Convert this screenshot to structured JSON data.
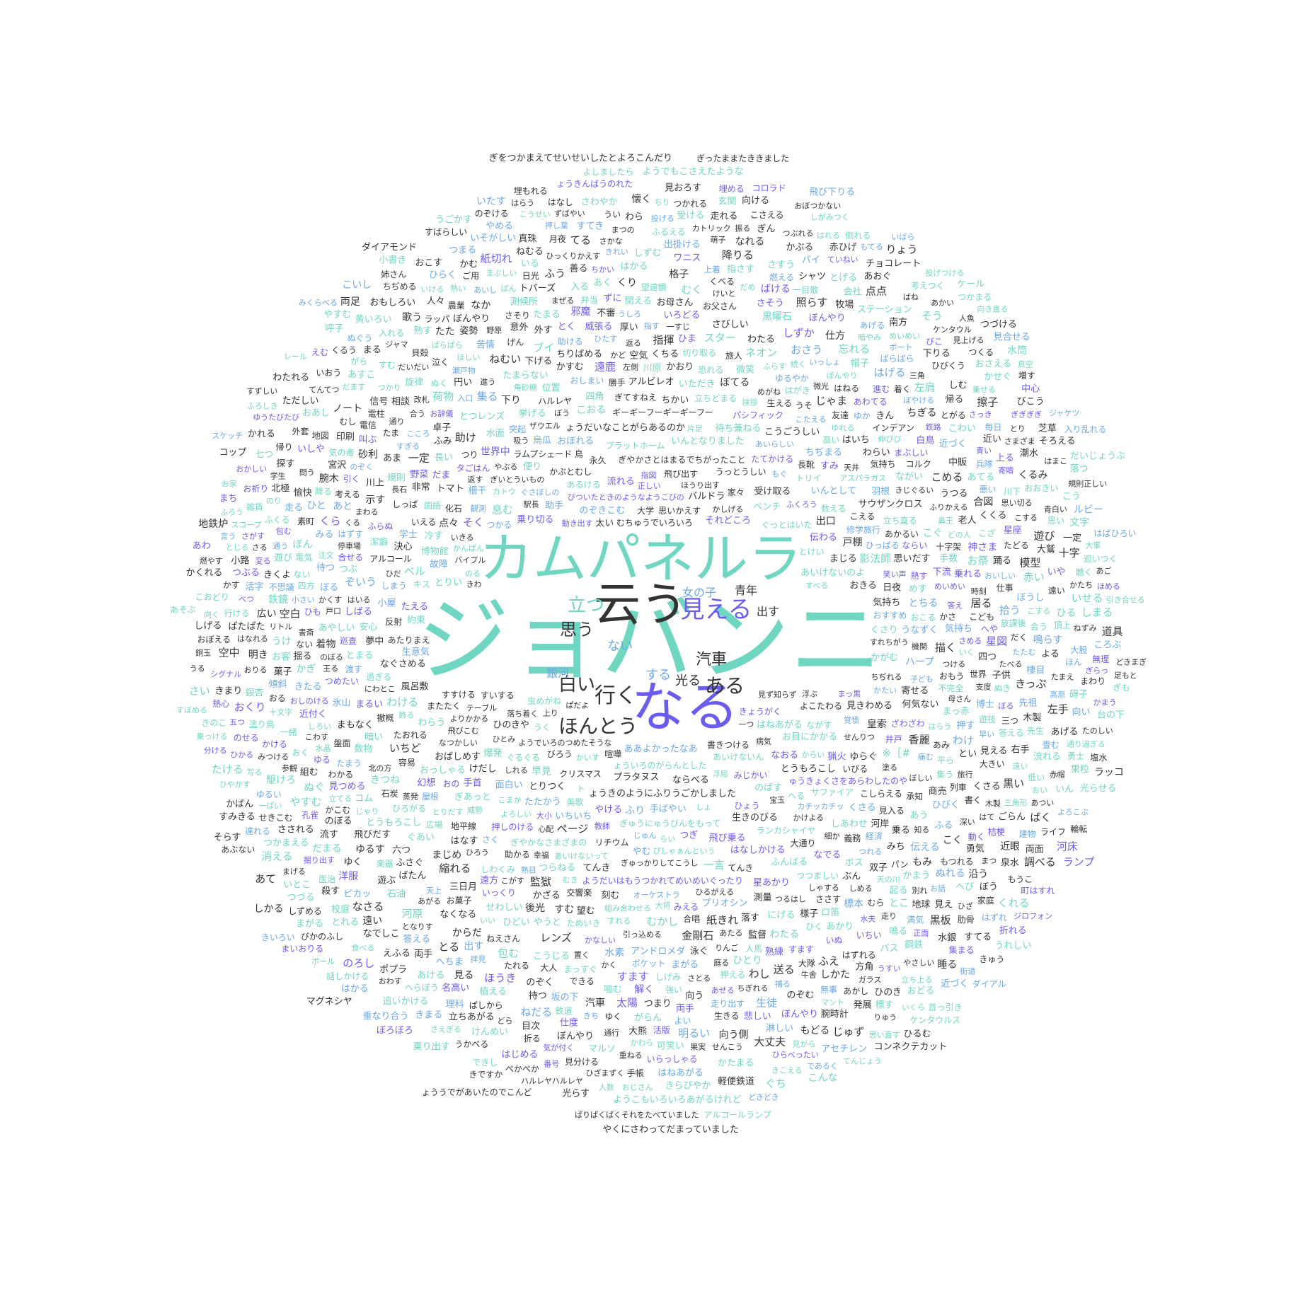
{
  "palette": {
    "teal": "#6fd6c2",
    "blue": "#6aa8e8",
    "purple": "#6b5cf0",
    "dark": "#333333"
  },
  "featured": [
    {
      "id": "giovanni",
      "text": "ジョバンニ",
      "color": "#6fd6c2"
    },
    {
      "id": "campanella",
      "text": "カムパネルラ",
      "color": "#6fd6c2"
    },
    {
      "id": "iu",
      "text": "云う",
      "color": "#333333"
    },
    {
      "id": "naru",
      "text": "なる",
      "color": "#6b5cf0"
    },
    {
      "id": "mieru",
      "text": "見える",
      "color": "#6b5cf0"
    },
    {
      "id": "iku",
      "text": "行く",
      "color": "#333333"
    },
    {
      "id": "hontou",
      "text": "ほんとう",
      "color": "#333333"
    },
    {
      "id": "shiroi",
      "text": "白い",
      "color": "#333333"
    },
    {
      "id": "aru",
      "text": "ある",
      "color": "#333333"
    },
    {
      "id": "kisha",
      "text": "汽車",
      "color": "#333333"
    },
    {
      "id": "omou",
      "text": "思う",
      "color": "#333333"
    },
    {
      "id": "tatsu",
      "text": "立つ",
      "color": "#6fd6c2"
    },
    {
      "id": "hikaru",
      "text": "光る",
      "color": "#333333"
    },
    {
      "id": "suru",
      "text": "する",
      "color": "#6aa8e8"
    },
    {
      "id": "nai",
      "text": "ない",
      "color": "#6aa8e8"
    },
    {
      "id": "ginga",
      "text": "銀河",
      "color": "#6aa8e8"
    },
    {
      "id": "seinen",
      "text": "青年",
      "color": "#333333"
    },
    {
      "id": "dasu",
      "text": "出す",
      "color": "#333333"
    },
    {
      "id": "onna",
      "text": "女の子",
      "color": "#6aa8e8"
    }
  ],
  "words": [
    "ああよかったなあ",
    "むちゅうでいろいろ",
    "ょういろのがらんとした",
    "ぱだよ",
    "思いかえす",
    "きょうがく",
    "ようでいろのつめたそうな",
    "書きつける",
    "見ず知らず",
    "かいす",
    "虫めがね",
    "のぞきこむ",
    "それどころ",
    "プラタヌス",
    "びついたときのようなようこびの",
    "はねあがる",
    "動き出す",
    "あいけないん",
    "ょうきのようにふりうごかしました",
    "ならべる",
    "びろう",
    "クリスマス",
    "落ち着く",
    "バルドラ",
    "流れる",
    "みじかい",
    "病気",
    "正しい",
    "浮彫",
    "乗り切る",
    "飛び出す",
    "指図",
    "かしげる",
    "大学",
    "すべる",
    "すいする",
    "手ばやい",
    "ベンチ",
    "ぎやかさとはまるでちがったこと",
    "あるける",
    "ひのきや",
    "とけい",
    "よこたわる",
    "お目にかかる",
    "ぎゅうにゅうびんをもって",
    "しょ",
    "なおる",
    "ぐるぐる",
    "助手",
    "のばす",
    "ぐっとはいた",
    "ほうり出す",
    "やける",
    "美歌",
    "上り",
    "受け取る",
    "あいけないのよ",
    "テーブル",
    "とりつく",
    "かぶとむし",
    "うっとうしい",
    "伝わる",
    "ぐさぼしの",
    "しれる",
    "ひとみ",
    "のる",
    "ひょう",
    "プラットホーム",
    "とうもろこし",
    "いちいち",
    "ふくろう",
    "じゅん",
    "永久",
    "息む",
    "生きのびる",
    "よりかかる",
    "たたかう",
    "いんとなりました",
    "ぴしゃぁんという",
    "ながす",
    "うく",
    "面白い",
    "まじる",
    "ページ",
    "爆発",
    "きわ",
    "つぎ",
    "飛び乗る",
    "リチウム",
    "ょうだいなことがらあるのか",
    "ぎいとういもの",
    "出口",
    "駅長",
    "へる",
    "見きわめる",
    "飛びこむ",
    "からい",
    "おきる",
    "すすける",
    "つかる",
    "ギーギーフーギーギーフー",
    "ラムプシェード",
    "かんぱん",
    "たてかける",
    "けだし",
    "とりい",
    "トリイ",
    "数える",
    "戸棚",
    "せんりつ",
    "おぼれる",
    "ぎゅっかりしてこうし",
    "ゅうきょくさをあらわしたのや",
    "かがむ",
    "待ち兼ねる",
    "なつかしい",
    "おすすめ",
    "家々",
    "またたく",
    "あいらしい",
    "バイブル",
    "カチッカチッ",
    "ランカシャイヤ",
    "ようだいはもうつかれてめいめいぐったり",
    "カトウ",
    "あいけないって",
    "修学旅行",
    "覚悟",
    "猟火",
    "便り",
    "宝玉",
    "浮ぶ",
    "かたい",
    "そく",
    "一言",
    "よろしい",
    "いびる",
    "いんとして",
    "ぎやかなさまざまの",
    "はなしかける",
    "気持ち",
    "おばしめす",
    "ぎあっと",
    "すれちがう",
    "博物館",
    "影法師",
    "わらう",
    "皇索",
    "もぐ",
    "押しのける",
    "こえる",
    "こおる",
    "ぎてすねえ",
    "サファイア",
    "あたりまえ",
    "おっしゃる",
    "ちぢれる",
    "風呂敷",
    "ザウエル",
    "てんき",
    "故障",
    "ちかい",
    "ゆらぐ",
    "くさり",
    "柵干",
    "点々",
    "日夜",
    "ひっぱる",
    "かけよる",
    "いきる",
    "烏瓜",
    "たえる",
    "生意気",
    "やぶる",
    "立ちどまる",
    "パシフィック",
    "早見",
    "世界中",
    "つらねる",
    "すみ",
    "てんき",
    "おの",
    "こまか",
    "わける",
    "観測",
    "ふんばる",
    "片足",
    "ふり",
    "こうごうしい",
    "助かる",
    "笑い声",
    "いえる",
    "ベル",
    "約束",
    "オーケストラ",
    "手首",
    "なぐさめる",
    "ト",
    "トマト",
    "冷す",
    "ハープ",
    "ぼう",
    "※［#",
    "ちぢまる",
    "突起",
    "長靴",
    "キス",
    "アルビレオ",
    "教師",
    "ハルレヤ",
    "アスパラガス",
    "ひるがえる",
    "いただき",
    "何気ない",
    "思いだす",
    "こしらえる",
    "化石",
    "大通り",
    "井戸",
    "とちる",
    "四角",
    "とりだす",
    "しあわせ",
    "タごはん",
    "機関",
    "やむ",
    "星あかり",
    "プリオシン",
    "しまう",
    "寄せる",
    "交響楽",
    "サウザンクロス",
    "おしまい",
    "組み合わせる",
    "天井",
    "ぼてる",
    "生える",
    "たおれる",
    "国語",
    "威勢",
    "水面",
    "めす",
    "幻想",
    "決心",
    "みえる",
    "なでる",
    "かおり",
    "監獄",
    "とつレンズ",
    "挙げる",
    "うなずく",
    "子ども",
    "ざわざわ",
    "地平線",
    "くさる",
    "羽根",
    "あかるい",
    "いちど",
    "小屋",
    "こたえる",
    "めがね",
    "勝手",
    "しわくみ",
    "熱す",
    "屋根",
    "細か",
    "しっぱ",
    "かざる",
    "はいち",
    "アルコール",
    "心配",
    "だま",
    "おこる",
    "はなす",
    "挟拶",
    "下り",
    "刻む",
    "恐れる",
    "立ち直る",
    "容易",
    "飾る",
    "遠鹿",
    "反射",
    "むき",
    "助け",
    "測量",
    "川原",
    "ひだ",
    "位置",
    "むかし",
    "こがす",
    "義務",
    "つり",
    "気持ち",
    "ゆれる",
    "さく",
    "つつましい",
    "過ぎる",
    "学士",
    "ひろう",
    "紙きれ",
    "すむ",
    "安心",
    "切り取る",
    "すれる",
    "はがき",
    "広場",
    "非常",
    "微笑",
    "描く",
    "空気",
    "ならい",
    "友達",
    "わらい",
    "ふらぬ",
    "にわとこ",
    "ふみ",
    "香麗",
    "きじぐるい",
    "ちりばめる",
    "夢中",
    "ぞいう",
    "たまらない",
    "ゆるやか",
    "めいめい",
    "つるはし",
    "角砂糖",
    "こぐ",
    "長い",
    "望む",
    "塗る",
    "合唱",
    "不完全",
    "かすむ",
    "潔癖",
    "ためいき",
    "じゃま",
    "河岸",
    "ながい",
    "まるい",
    "落す",
    "気持ち",
    "引っ込める",
    "金剛石",
    "下流",
    "はいる",
    "とまる",
    "ひろがる",
    "おもう",
    "くちる",
    "ぼしい",
    "はらう",
    "ボス",
    "ふらす",
    "まじめ",
    "かさ",
    "北の方",
    "指揮",
    "一定",
    "撤概",
    "ひたす",
    "しばる",
    "スター",
    "見入る",
    "手数",
    "いっくり",
    "つける",
    "かなしい",
    "やうと",
    "まもなく",
    "アンドロメダ",
    "幸福",
    "野菜",
    "答え",
    "きつね",
    "しゃする",
    "縮れる",
    "下げる",
    "痛む",
    "ネオン",
    "つれる",
    "まっ赤",
    "集る",
    "卓子",
    "にげる",
    "せわしい",
    "つめたい",
    "暗い",
    "いく",
    "あたる",
    "レンズ",
    "ぐあい",
    "平ら",
    "あやしい",
    "石炭",
    "左側",
    "経済",
    "返る",
    "伸びび",
    "母さん",
    "規則",
    "承知",
    "大小",
    "数物",
    "三日月",
    "巡査",
    "あみ",
    "厚い",
    "助ける",
    "旅人",
    "インデアン",
    "ひどい",
    "入口",
    "はねる",
    "みち",
    "こころ",
    "氷山",
    "ぶん",
    "鼻王",
    "乗れる",
    "一すじ",
    "ねむい",
    "様子",
    "はずす",
    "泳ぐ",
    "監督",
    "川上",
    "コルク",
    "わけ",
    "商売",
    "きん",
    "ぼんやり",
    "乗る",
    "のぼる",
    "とうもろこし",
    "さびしい",
    "ふりかえる",
    "停車場",
    "荷物",
    "ポケット",
    "こども",
    "世界",
    "示す",
    "渡す",
    "ブイ",
    "まぶしい",
    "ゆか",
    "威張る",
    "熟目",
    "合せる",
    "お辞儀",
    "進う",
    "ささす",
    "集う",
    "指す",
    "双子",
    "あわてる",
    "十字架",
    "居る",
    "いっしょ",
    "りんご",
    "わたる",
    "まわる",
    "あま",
    "あう",
    "つぶ",
    "わたる",
    "四つ",
    "水素",
    "コム",
    "盤面",
    "太い",
    "六つ",
    "どの人",
    "時刻",
    "こうじる",
    "こめる",
    "瀬戸物",
    "合う",
    "ひま",
    "げん",
    "さめる",
    "標本",
    "円い",
    "博士",
    "まがる",
    "うしろ",
    "おさう",
    "ひとり",
    "とく",
    "ねえさん",
    "お菓子",
    "ふさぐ",
    "とい",
    "着物",
    "遠方",
    "たまう",
    "いろどる",
    "しめる",
    "ぼる",
    "ひびく",
    "ひく",
    "すます",
    "へや",
    "支度",
    "なくなる",
    "通り",
    "置く",
    "ばたん",
    "しずか",
    "わかる",
    "お母さん",
    "すぎる",
    "かくす",
    "お祭",
    "まっすぐ",
    "不審",
    "飛びだす",
    "苦情",
    "外す",
    "たま",
    "伝える",
    "熟練",
    "押す",
    "王る",
    "戸口",
    "見つめる",
    "喧嘩",
    "列車",
    "うつる",
    "白鳥",
    "知る",
    "神さま",
    "あかり",
    "お父さん",
    "いい",
    "天の川",
    "考える",
    "天上",
    "進む",
    "注文",
    "改札",
    "ほしい",
    "黒曜石",
    "しげみ",
    "遊技",
    "旅行",
    "押える",
    "邪魔",
    "意外",
    "こざ",
    "はげる",
    "きたる",
    "あと",
    "待つ",
    "閉える",
    "すます",
    "ふる",
    "パン",
    "仕事",
    "砂利",
    "くる",
    "じゃり",
    "書斎",
    "ちぎる",
    "相談",
    "星図",
    "中販",
    "老人",
    "水夫",
    "おしのける",
    "ぼる",
    "くくる",
    "おいしい",
    "むく",
    "らい",
    "のぞく",
    "くら",
    "大きい",
    "わし",
    "ぼやける",
    "帽子",
    "さとる",
    "包む",
    "もみ",
    "むら",
    "近付く",
    "ずに",
    "ぬく",
    "ぬき",
    "たまる",
    "近づく",
    "見える",
    "揺る",
    "放課後",
    "みる",
    "引く",
    "解く",
    "いぬ",
    "忘れる",
    "できる",
    "たれる",
    "ロ笛",
    "子供",
    "早い",
    "書く",
    "からだ",
    "かぎ",
    "拾う",
    "送る",
    "ゆるす",
    "とこ",
    "ひも",
    "けいと",
    "こわす",
    "弁当",
    "旋律",
    "起る",
    "望遠鏡",
    "鉄路",
    "あてる",
    "たべる",
    "答える",
    "あがる",
    "出す",
    "叫ぶ",
    "さそり",
    "仕方",
    "水晶",
    "くさる",
    "こく",
    "強い",
    "楽器",
    "大人",
    "三つ",
    "のぞく",
    "さそう",
    "大隊",
    "嚙む",
    "ぱらぱら",
    "いちい",
    "鳥",
    "ゆる",
    "のぼる",
    "かど",
    "かまう",
    "後光",
    "まぜる",
    "ちぎれる",
    "ぼんやり",
    "くり",
    "ない",
    "遊ぶ",
    "泣く",
    "ない",
    "だく",
    "野原",
    "向う",
    "深い",
    "気の毒",
    "太陽",
    "四方",
    "うそ",
    "ふえ",
    "大将",
    "合図",
    "微光",
    "左肩",
    "踊る",
    "坂の下",
    "走り",
    "格子",
    "石油",
    "宮沢",
    "電柱",
    "照らす",
    "暗やみ",
    "トパーズ",
    "あく",
    "小さい",
    "ぼんやり",
    "ぬれる",
    "こわい",
    "庭る",
    "きっぷ",
    "だいだい",
    "姿勢",
    "返す",
    "たどる",
    "あせる",
    "電信",
    "腕木",
    "立てる",
    "測候所",
    "つまり",
    "もつれる",
    "ぼん",
    "走り出す",
    "くべる",
    "はずれる",
    "とがる",
    "空白",
    "河原",
    "汽車",
    "入る",
    "ぼうし",
    "星座",
    "降る",
    "電気",
    "おく",
    "地球",
    "兵隊",
    "長石",
    "ばらばら",
    "牛舎",
    "拝見",
    "たたむ",
    "ばける",
    "となりす",
    "リトル",
    "印刷",
    "つかり",
    "遊び",
    "はかる",
    "おる",
    "ひと",
    "両手",
    "青い",
    "黒い",
    "赤い",
    "答える",
    "動く",
    "流す",
    "組む",
    "ふう",
    "うけ",
    "お話",
    "吸う",
    "思い切る",
    "先祖",
    "十文字",
    "生徒",
    "きくよ",
    "なか",
    "しかた",
    "模型",
    "ワニス",
    "素町",
    "貝殻",
    "ほうき",
    "会う",
    "ぬぐ",
    "不思議",
    "お客",
    "着く",
    "はて",
    "悪い",
    "ちかい",
    "とる",
    "捕る",
    "三角",
    "あげる",
    "一緒",
    "指さす",
    "右手",
    "がらん",
    "一目散",
    "やすむ",
    "こする",
    "菓子",
    "ゆく",
    "木製",
    "へちま",
    "満気",
    "生きる",
    "ノート",
    "寄贈",
    "棲目",
    "方角",
    "のぞむ",
    "問う",
    "かこむ",
    "きち",
    "むし",
    "洋服",
    "傾斜",
    "ばん",
    "蒸発",
    "すむ",
    "たた",
    "上る",
    "上着",
    "先生",
    "帰る",
    "見る",
    "持つ",
    "燃える",
    "こする",
    "ボート",
    "牧場",
    "愉快",
    "よる",
    "木製",
    "よい",
    "ゆく",
    "ねだる",
    "ピカッ",
    "しむ",
    "悲しい",
    "見え",
    "パス",
    "無事",
    "あいし",
    "熟す",
    "近い",
    "鳴らす",
    "信号",
    "地図",
    "あすこ",
    "明るい",
    "走る",
    "高い",
    "きれい",
    "だまる",
    "なさる",
    "遠い",
    "鳴る",
    "川下",
    "桔梗",
    "鉄道",
    "植える",
    "ひびくう",
    "だます",
    "出掛ける",
    "明き",
    "いしや",
    "大熊",
    "日光",
    "大鷲",
    "へび",
    "遠い",
    "仕度",
    "ふくる",
    "鉄鏡",
    "さっき",
    "ジャマ",
    "農業",
    "シャツ",
    "包む",
    "下りる",
    "降りる",
    "流れる",
    "ごらん",
    "かける",
    "ぼんやり",
    "ぼんやり",
    "まっ黒",
    "ガラス",
    "孔雀",
    "沿う",
    "善る",
    "向う側",
    "続く",
    "広い",
    "通う",
    "しずむ",
    "三角形",
    "みつける",
    "ひっくりかえす",
    "まぶしい",
    "ラッパ",
    "遠い",
    "さされる",
    "勇気",
    "黒板",
    "名高い",
    "銀杏",
    "まつ",
    "さる",
    "参観",
    "会社",
    "さすう",
    "おあし",
    "めいめい",
    "えふる",
    "ぱたぱた",
    "目次",
    "通行",
    "変る",
    "北極",
    "マント",
    "いや",
    "おくり",
    "駆けろ",
    "おい",
    "はなれる",
    "歌う",
    "だめ",
    "とげる",
    "南方",
    "両手",
    "左手",
    "低い",
    "毎日",
    "しろい",
    "近眼",
    "おおきい",
    "さかな",
    "塗り鳥",
    "淋しい",
    "掘り出す",
    "ぱしから",
    "頂上",
    "鋼鉄",
    "いる",
    "高原",
    "あかし",
    "熟い",
    "活字",
    "ステーション",
    "くるみ",
    "かわら",
    "入れる",
    "なれる",
    "あける",
    "正面",
    "ひる",
    "おりる",
    "ふるえる",
    "遊び",
    "一つ",
    "擦子",
    "医治",
    "なでしこ",
    "べつ",
    "たまえ",
    "パイ",
    "てんてつ",
    "びこ",
    "てる",
    "畳む",
    "点点",
    "探す",
    "人々",
    "潮水",
    "乗せる",
    "殺す",
    "思い",
    "まる",
    "水銀",
    "紙切れ",
    "可笑い",
    "行ける",
    "萌子",
    "かぶる",
    "ほん",
    "うすい",
    "いらっしゃる",
    "さまざま",
    "青白い",
    "あげる",
    "つかまえる",
    "マルソ",
    "月夜",
    "理科",
    "カトリック",
    "がら",
    "腕時計",
    "校庭",
    "大股",
    "泉水",
    "折る",
    "とり",
    "ポプラ",
    "まつの",
    "肋骨",
    "大丈夫",
    "小路",
    "ご用",
    "果実",
    "のり",
    "ひざ",
    "とれる",
    "外套",
    "ゆるい",
    "つぶる",
    "立ちあがる",
    "おもしろい",
    "やさしい",
    "ていねい",
    "十字",
    "ねむる",
    "重ねる",
    "ねずみ",
    "空中",
    "赤帽",
    "一ぱい",
    "発展",
    "雑貨",
    "気が付く",
    "いおう",
    "のせる",
    "碍子",
    "家庭",
    "建物",
    "へらぼう",
    "一定",
    "帰り",
    "すてき",
    "せんこう",
    "けんめい",
    "黄いろい",
    "活版",
    "ぼう",
    "食べる",
    "投げる",
    "シグナル",
    "ケンタウル",
    "スコープ",
    "ひかる",
    "いける",
    "かたまる",
    "もどる",
    "いせる",
    "さがす",
    "ひのき",
    "ばく",
    "見分ける",
    "あおぐ",
    "いそがしい",
    "かせぐ",
    "ぬぐう",
    "きまり",
    "学生",
    "集まる",
    "かたち",
    "走れる",
    "写る",
    "あつい",
    "そう",
    "ただしい",
    "つぶれる",
    "押し葉",
    "わら",
    "おさえる",
    "もうこ",
    "はねあがる",
    "おかしい",
    "はじめる",
    "聴く",
    "消える",
    "くるう",
    "ちぢめる",
    "ひざまずく",
    "すてる",
    "かむ",
    "じゅず",
    "立ち上る",
    "おわす",
    "お祈り",
    "つくる",
    "ぎぎぎぎ",
    "五つ",
    "向い",
    "いん",
    "うい",
    "受ける",
    "ばね",
    "まげる",
    "ぎん",
    "ゆうたびたび",
    "調べる",
    "つかれる",
    "びこう",
    "赤ひげ",
    "両面",
    "見上げる",
    "こさえる",
    "はずれ",
    "ひらべったい",
    "かす",
    "さわやか",
    "いとこ",
    "ひらく",
    "追いかける",
    "せきこむ",
    "はまこ",
    "見がら",
    "しまる",
    "振る",
    "果粒",
    "睡る",
    "かれる",
    "ふろう",
    "りゅう",
    "おこす",
    "つづる",
    "まわり",
    "勇士",
    "文字",
    "こおどり",
    "ライフ",
    "くれる",
    "のろし",
    "七つ",
    "チョコレート",
    "そろえる",
    "ずばやい",
    "きまる",
    "ぎらっ",
    "しずめる",
    "わたれる",
    "たける",
    "ルビー",
    "通り過ぎる",
    "言う",
    "向く",
    "玄関",
    "懐く",
    "とじる",
    "芝草",
    "無理",
    "あかい",
    "熱心",
    "まがる",
    "こう",
    "ひやかす",
    "アセチレン",
    "しげる",
    "よろこぶ",
    "さえぎる",
    "姉さん",
    "たのしい",
    "きらびやか",
    "おどる",
    "ぺかぺか",
    "つまる",
    "ころぶ",
    "おぼえる",
    "規則正しい",
    "ぴかのふし",
    "こうせい",
    "追いつく",
    "きのこ",
    "考えつく",
    "燃やす",
    "かばん",
    "あて",
    "きこえる",
    "倒れる",
    "えむ",
    "道具",
    "台の下",
    "落つ",
    "大事",
    "番号",
    "手帳",
    "乗っける",
    "うかべる",
    "かくれる",
    "かまう",
    "見おろす",
    "中心",
    "光らせる",
    "おじさん",
    "ハルレヤハルレヤ",
    "ょうきんばうのれた",
    "思い直す",
    "近づく",
    "はれる",
    "向ける",
    "標す",
    "別れ",
    "人魚",
    "達れる",
    "やめる",
    "増す",
    "軽便鉄道",
    "河床",
    "両足",
    "できし",
    "しがみつく",
    "であるく",
    "のぞける",
    "街道",
    "引き合せる",
    "話しかける",
    "塩水",
    "りょう",
    "つかまる",
    "地鉄炉",
    "光らす",
    "さい",
    "ほめる",
    "はなし",
    "やすむ",
    "埋める",
    "おぼつかない",
    "輪転",
    "いくら",
    "はかる",
    "コップ",
    "水筒",
    "呼子",
    "ようこもいろいろあがるけれど",
    "町はすれ",
    "ダイアモンド",
    "あご",
    "もてる",
    "ジャケツ",
    "きゅう",
    "乗り出す",
    "すぼめる",
    "人数",
    "あわ",
    "ぐち",
    "見合せる",
    "ケンタウルス",
    "すずしい",
    "うごかす",
    "てんじょう",
    "まいおりる",
    "真珠",
    "投げつける",
    "埋もれる",
    "お家",
    "ふろしき",
    "すばらしい",
    "かく",
    "首っ引き",
    "はらう",
    "銅玉",
    "つづける",
    "よしましたら",
    "うれしい",
    "すみきる",
    "ようでもこさえたような",
    "まち",
    "重なり合う",
    "ボール",
    "折れる",
    "どら",
    "だいじょうぶ",
    "コロラド",
    "こいし",
    "はばひろい",
    "分ける",
    "うる",
    "向き直る",
    "レール",
    "ちり",
    "ぱりぱくぱくそれをたべていました",
    "しかる",
    "ランプ",
    "ぼろぼろ",
    "そらす",
    "人馬",
    "ぎも",
    "ラッコ",
    "こんな",
    "いたす",
    "ぎをつかまえてせいせいしたとよろこんだり",
    "アルコールランプ",
    "真空",
    "ジロフォン",
    "きですか",
    "コンネクテカット",
    "あぶない",
    "入り乱れる",
    "足もと",
    "スケッチ",
    "ょううでがあいたのでこんど",
    "飛び下りる",
    "いばら",
    "ひるむ",
    "ダイアル",
    "あそぶ",
    "マグネシヤ",
    "ケール",
    "ぎったままたききました",
    "きいろい",
    "小書き",
    "どきどき",
    "どきまぎ",
    "みくらべる",
    "やくにさわってだまっていました"
  ]
}
